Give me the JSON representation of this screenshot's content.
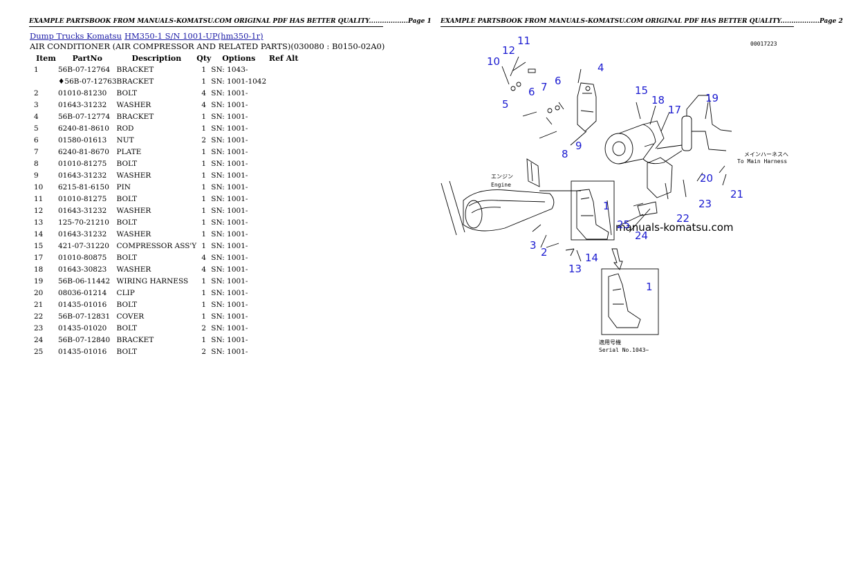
{
  "header": {
    "left": "EXAMPLE PARTSBOOK FROM MANUALS-KOMATSU.COM ORIGINAL PDF HAS BETTER QUALITY..................Page 1",
    "right": "EXAMPLE PARTSBOOK FROM MANUALS-KOMATSU.COM ORIGINAL PDF HAS BETTER QUALITY..................Page 2"
  },
  "breadcrumb": {
    "link1": "Dump Trucks Komatsu",
    "link2": "HM350-1 S/N 1001-UP(hm350-1r)"
  },
  "subtitle": "AIR CONDITIONER (AIR COMPRESSOR AND RELATED PARTS)(030080 : B0150-02A0)",
  "table": {
    "headers": [
      "Item",
      "PartNo",
      "Description",
      "Qty",
      "Options",
      "Ref Alt"
    ],
    "rows": [
      {
        "item": "1",
        "part": "56B-07-12764",
        "desc": "BRACKET",
        "qty": "1",
        "opt": "SN: 1043-",
        "ref": ""
      },
      {
        "item": "",
        "part": "♦56B-07-12763",
        "desc": "BRACKET",
        "qty": "1",
        "opt": "SN: 1001-1042",
        "ref": ""
      },
      {
        "item": "2",
        "part": "01010-81230",
        "desc": "BOLT",
        "qty": "4",
        "opt": "SN: 1001-",
        "ref": ""
      },
      {
        "item": "3",
        "part": "01643-31232",
        "desc": "WASHER",
        "qty": "4",
        "opt": "SN: 1001-",
        "ref": ""
      },
      {
        "item": "4",
        "part": "56B-07-12774",
        "desc": "BRACKET",
        "qty": "1",
        "opt": "SN: 1001-",
        "ref": ""
      },
      {
        "item": "5",
        "part": "6240-81-8610",
        "desc": "ROD",
        "qty": "1",
        "opt": "SN: 1001-",
        "ref": ""
      },
      {
        "item": "6",
        "part": "01580-01613",
        "desc": "NUT",
        "qty": "2",
        "opt": "SN: 1001-",
        "ref": ""
      },
      {
        "item": "7",
        "part": "6240-81-8670",
        "desc": "PLATE",
        "qty": "1",
        "opt": "SN: 1001-",
        "ref": ""
      },
      {
        "item": "8",
        "part": "01010-81275",
        "desc": "BOLT",
        "qty": "1",
        "opt": "SN: 1001-",
        "ref": ""
      },
      {
        "item": "9",
        "part": "01643-31232",
        "desc": "WASHER",
        "qty": "1",
        "opt": "SN: 1001-",
        "ref": ""
      },
      {
        "item": "10",
        "part": "6215-81-6150",
        "desc": "PIN",
        "qty": "1",
        "opt": "SN: 1001-",
        "ref": ""
      },
      {
        "item": "11",
        "part": "01010-81275",
        "desc": "BOLT",
        "qty": "1",
        "opt": "SN: 1001-",
        "ref": ""
      },
      {
        "item": "12",
        "part": "01643-31232",
        "desc": "WASHER",
        "qty": "1",
        "opt": "SN: 1001-",
        "ref": ""
      },
      {
        "item": "13",
        "part": "125-70-21210",
        "desc": "BOLT",
        "qty": "1",
        "opt": "SN: 1001-",
        "ref": ""
      },
      {
        "item": "14",
        "part": "01643-31232",
        "desc": "WASHER",
        "qty": "1",
        "opt": "SN: 1001-",
        "ref": ""
      },
      {
        "item": "15",
        "part": "421-07-31220",
        "desc": "COMPRESSOR ASS'Y",
        "qty": "1",
        "opt": "SN: 1001-",
        "ref": ""
      },
      {
        "item": "17",
        "part": "01010-80875",
        "desc": "BOLT",
        "qty": "4",
        "opt": "SN: 1001-",
        "ref": ""
      },
      {
        "item": "18",
        "part": "01643-30823",
        "desc": "WASHER",
        "qty": "4",
        "opt": "SN: 1001-",
        "ref": ""
      },
      {
        "item": "19",
        "part": "56B-06-11442",
        "desc": "WIRING HARNESS",
        "qty": "1",
        "opt": "SN: 1001-",
        "ref": ""
      },
      {
        "item": "20",
        "part": "08036-01214",
        "desc": "CLIP",
        "qty": "1",
        "opt": "SN: 1001-",
        "ref": ""
      },
      {
        "item": "21",
        "part": "01435-01016",
        "desc": "BOLT",
        "qty": "1",
        "opt": "SN: 1001-",
        "ref": ""
      },
      {
        "item": "22",
        "part": "56B-07-12831",
        "desc": "COVER",
        "qty": "1",
        "opt": "SN: 1001-",
        "ref": ""
      },
      {
        "item": "23",
        "part": "01435-01020",
        "desc": "BOLT",
        "qty": "2",
        "opt": "SN: 1001-",
        "ref": ""
      },
      {
        "item": "24",
        "part": "56B-07-12840",
        "desc": "BRACKET",
        "qty": "1",
        "opt": "SN: 1001-",
        "ref": ""
      },
      {
        "item": "25",
        "part": "01435-01016",
        "desc": "BOLT",
        "qty": "2",
        "opt": "SN: 1001-",
        "ref": ""
      }
    ]
  },
  "diagram": {
    "drawing_no": "00017223",
    "engine_label_jp": "エンジン",
    "engine_label": "Engine",
    "harness_label_jp": "メインハーネスへ",
    "harness_label": "To Main Harness",
    "serial_label_jp": "適用号機",
    "serial_label": "Serial No.1043~",
    "watermark": "manuals-komatsu.com",
    "callouts": {
      "c11": "11",
      "c12": "12",
      "c10": "10",
      "c4": "4",
      "c6a": "6",
      "c7": "7",
      "c6b": "6",
      "c5": "5",
      "c15": "15",
      "c18": "18",
      "c17": "17",
      "c19": "19",
      "c8": "8",
      "c9": "9",
      "c1a": "1",
      "c25": "25",
      "c24": "24",
      "c20": "20",
      "c21": "21",
      "c23": "23",
      "c22": "22",
      "c3": "3",
      "c2": "2",
      "c14": "14",
      "c13": "13",
      "c1b": "1"
    }
  }
}
